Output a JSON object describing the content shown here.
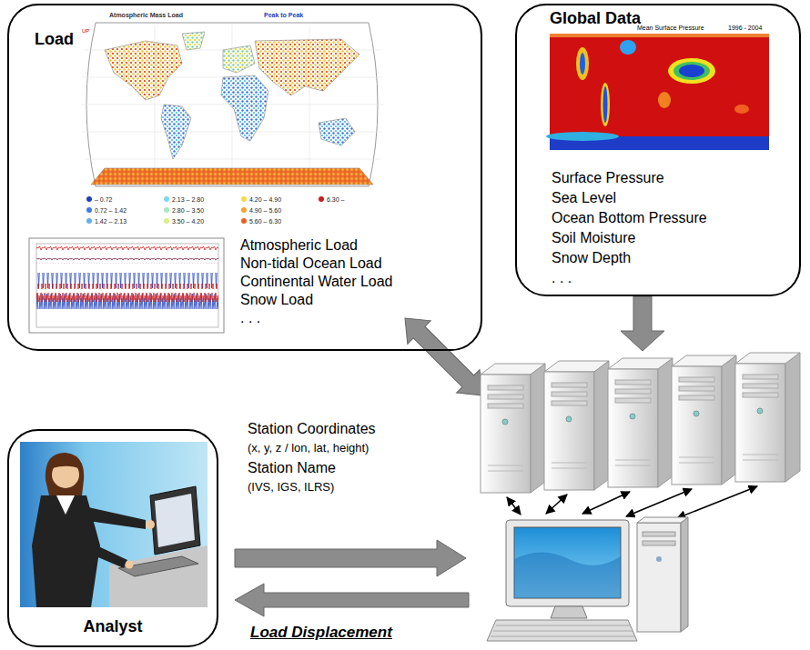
{
  "diagram": {
    "nodes": [
      {
        "text": [
          "Load",
          "Atmospheric Load",
          "Non-tidal Ocean Load",
          "Continental Water Load",
          "Snow Load",
          ". . ."
        ]
      },
      {
        "text": [
          "Global Data",
          "Surface Pressure",
          "Sea Level",
          "Ocean Bottom Pressure",
          "Soil Moisture",
          "Snow Depth",
          ". . ."
        ]
      },
      {
        "text": [
          "Analyst"
        ]
      }
    ],
    "labels": [
      "Atmospheric Mass Load",
      "Peak to Peak",
      "UP",
      "Mean Surface Pressure",
      "1996 - 2004",
      "Station Coordinates",
      "(x, y, z / lon, lat, height)",
      "Station Name",
      "(IVS, IGS, ILRS)",
      "Load Displacement"
    ],
    "legend": [
      {
        "text": "– 0.72",
        "color": "#1f3fbf"
      },
      {
        "text": "0.72 – 1.42",
        "color": "#3d7be0"
      },
      {
        "text": "1.42 – 2.13",
        "color": "#5fb0f0"
      },
      {
        "text": "2.13 – 2.80",
        "color": "#7fd8f0"
      },
      {
        "text": "2.80 – 3.50",
        "color": "#a8e8c0"
      },
      {
        "text": "3.50 – 4.20",
        "color": "#d8f08a"
      },
      {
        "text": "4.20 – 4.90",
        "color": "#f7d94a"
      },
      {
        "text": "4.90 – 5.60",
        "color": "#f5a030"
      },
      {
        "text": "5.60 – 6.30",
        "color": "#e86020"
      },
      {
        "text": "6.30 –",
        "color": "#c81e1e"
      }
    ]
  }
}
